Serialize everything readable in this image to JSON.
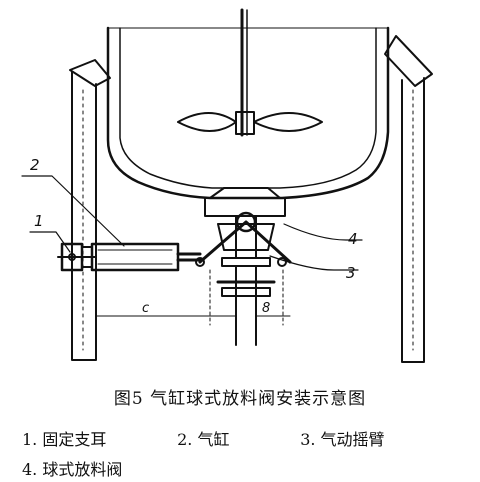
{
  "figure": {
    "caption": "图5   气缸球式放料阀安装示意图",
    "callouts": [
      "2",
      "1",
      "4",
      "3"
    ],
    "dimensions": [
      "c",
      "8"
    ],
    "legend": [
      "1. 固定支耳",
      "2. 气缸",
      "3. 气动摇臂",
      "4. 球式放料阀"
    ]
  }
}
